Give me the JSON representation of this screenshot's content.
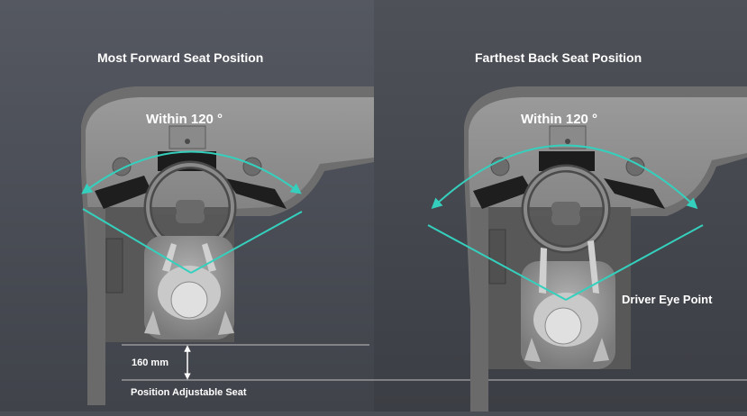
{
  "panels": [
    {
      "title": "Most Forward Seat Position",
      "angle_label": "Within  120 °"
    },
    {
      "title": "Farthest Back Seat Position",
      "angle_label": "Within  120 °"
    }
  ],
  "annotations": {
    "eye_point": "Driver Eye Point",
    "distance": "160 mm",
    "seat_label": "Position Adjustable Seat"
  },
  "colors": {
    "background_left": "#4b4e55",
    "background_right": "#45484e",
    "accent": "#35d0bd",
    "text": "#ffffff",
    "car_body": "#7d7d7d",
    "seat": "#9a9a9a"
  },
  "icons": [
    "steering-wheel-icon",
    "driver-figure-icon",
    "double-arrow-icon"
  ]
}
